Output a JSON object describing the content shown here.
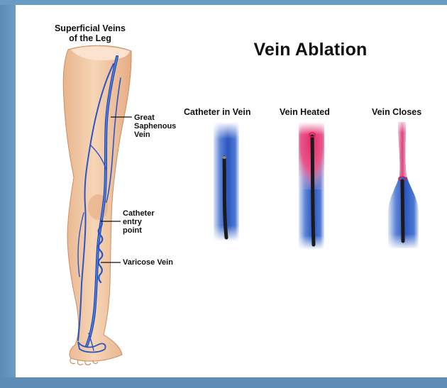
{
  "leg_title": [
    "Superficial Veins",
    "of the Leg"
  ],
  "main_title": "Vein Ablation",
  "steps": [
    "Catheter in Vein",
    "Vein Heated",
    "Vein Closes"
  ],
  "callouts": {
    "great_saphenous": [
      "Great",
      "Saphenous",
      "Vein"
    ],
    "catheter_entry": [
      "Catheter",
      "entry",
      "point"
    ],
    "varicose": [
      "Varicose Vein"
    ]
  },
  "colors": {
    "frame": "#5d8db5",
    "vein_blue": "#2f5fc4",
    "heat_red": "#e0306a",
    "skin": "#f2c9a4"
  }
}
